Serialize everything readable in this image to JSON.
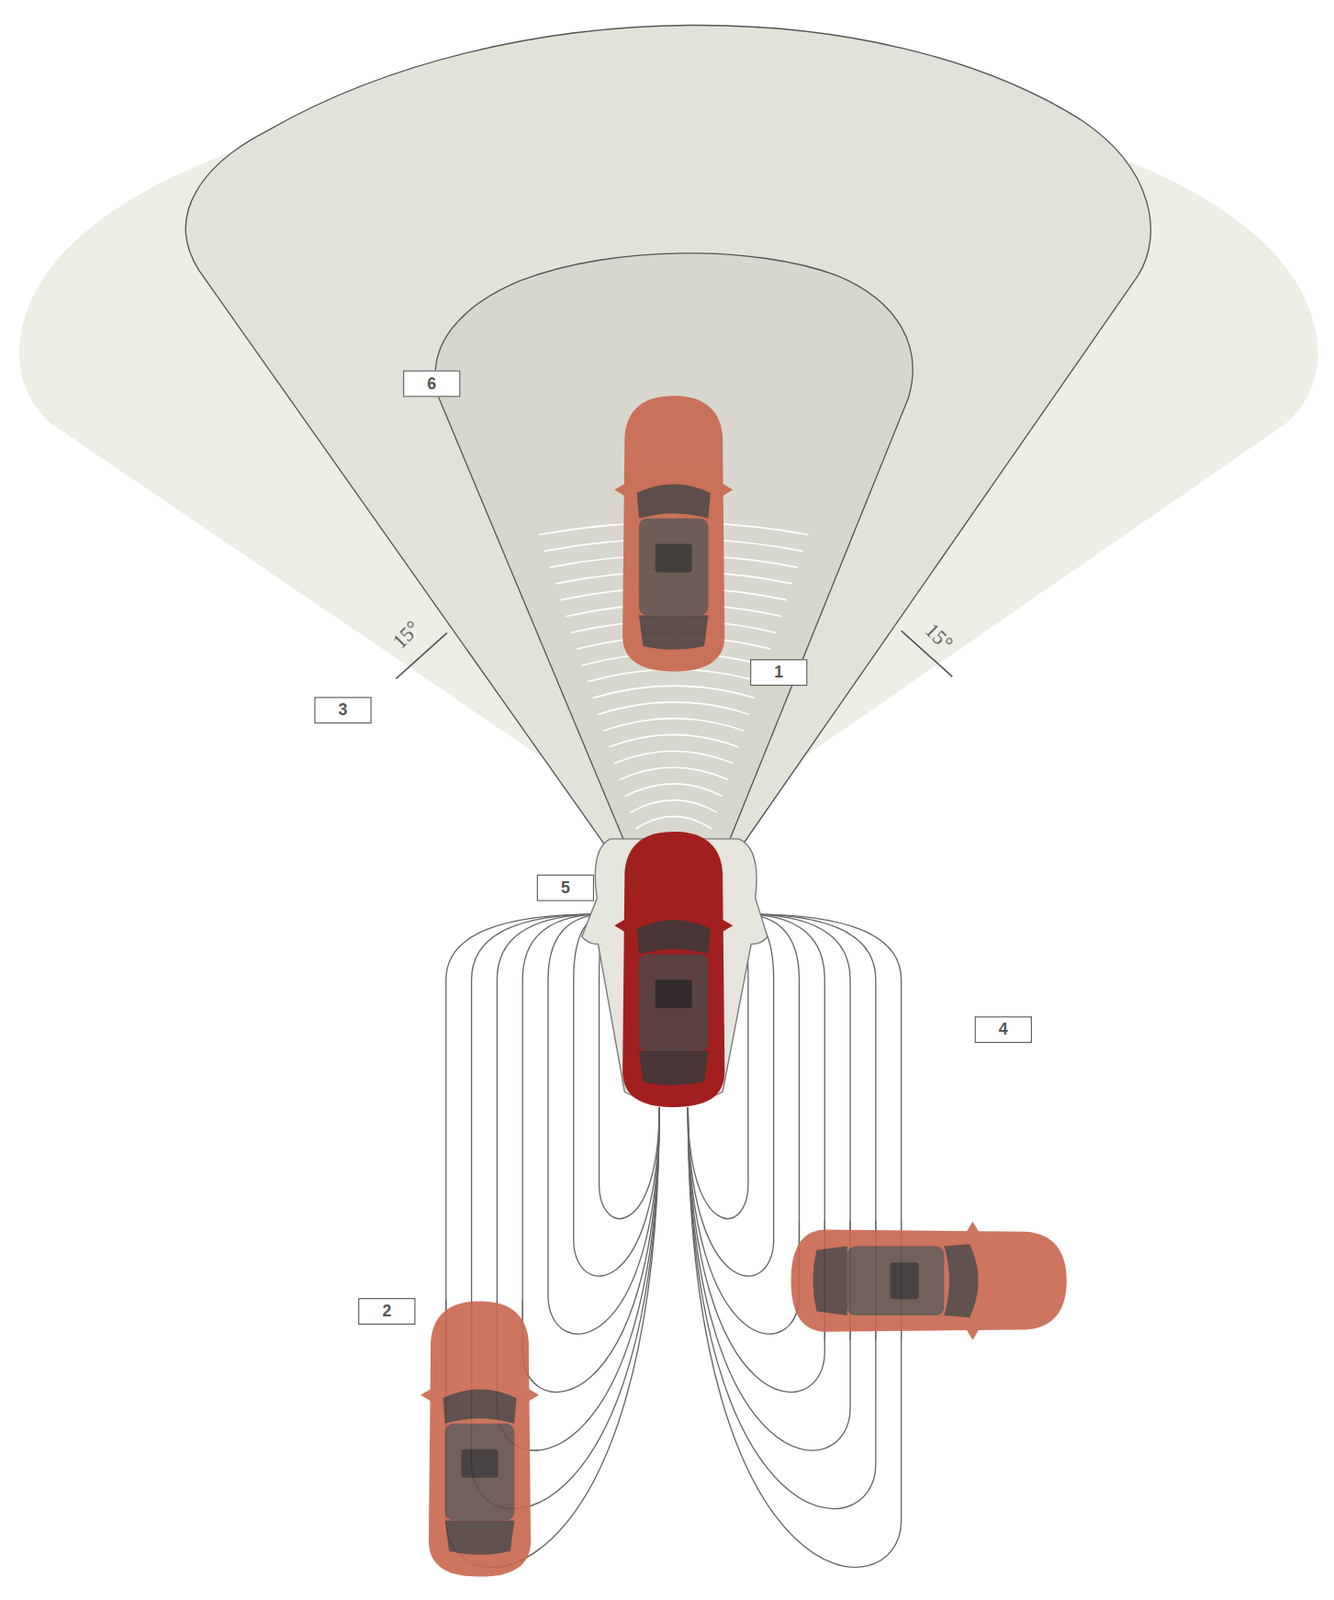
{
  "diagram": {
    "nodes": [
      {
        "text": [
          "6"
        ]
      },
      {
        "text": [
          "1"
        ]
      },
      {
        "text": [
          "3"
        ]
      },
      {
        "text": [
          "5"
        ]
      },
      {
        "text": [
          "4"
        ]
      },
      {
        "text": [
          "2"
        ]
      }
    ],
    "labels": [
      "15°",
      "15°"
    ]
  }
}
